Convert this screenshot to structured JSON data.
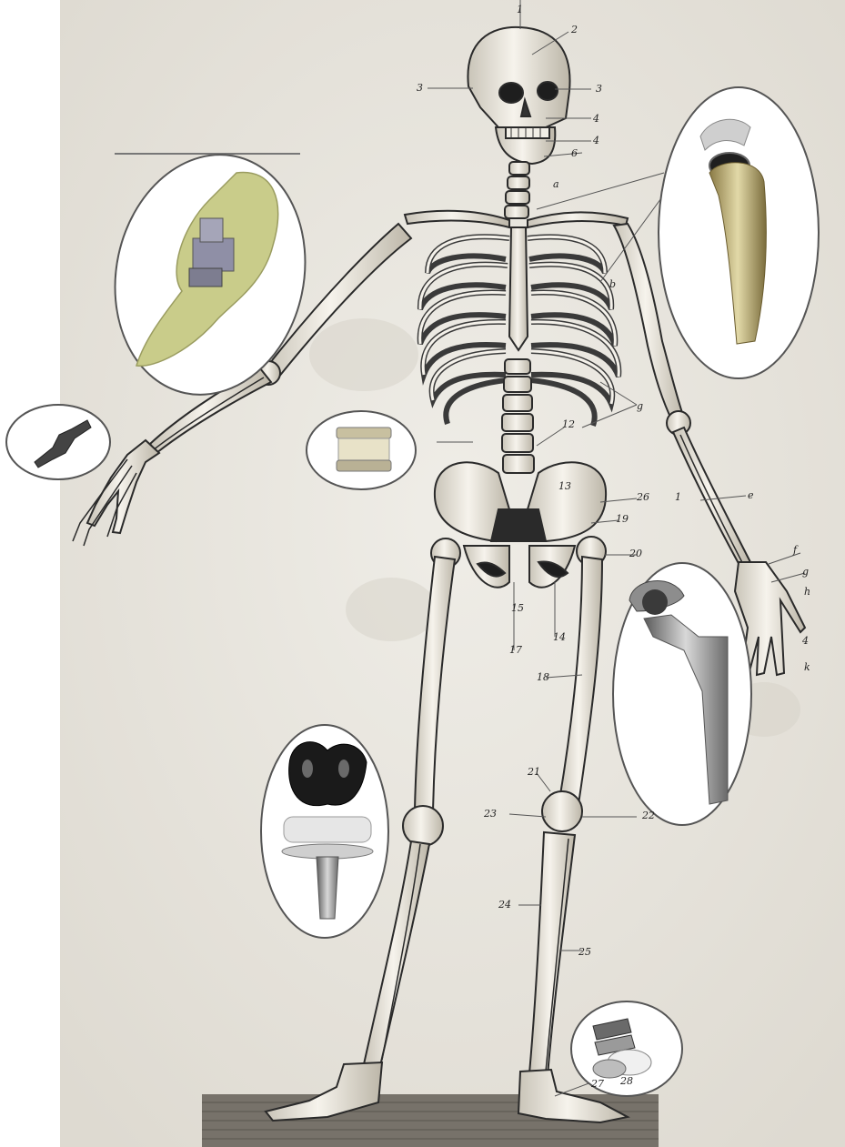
{
  "plate": {
    "callouts": [
      "1",
      "2",
      "3",
      "3",
      "4",
      "4",
      "6",
      "a",
      "b",
      "g",
      "12",
      "13",
      "26",
      "19",
      "20",
      "1",
      "e",
      "f",
      "g",
      "h",
      "4",
      "k",
      "15",
      "17",
      "14",
      "18",
      "21",
      "23",
      "22",
      "24",
      "25",
      "27",
      "28"
    ]
  },
  "implants": [
    {
      "name": "elbow-implant",
      "color": "#c9cc8a"
    },
    {
      "name": "finger-implant",
      "color": "#444444"
    },
    {
      "name": "spinal-disc-implant",
      "color": "#d8cfa8"
    },
    {
      "name": "shoulder-implant",
      "color": "#b9a86a"
    },
    {
      "name": "hip-implant",
      "color": "#9a9a9a"
    },
    {
      "name": "knee-implant",
      "color": "#222222"
    },
    {
      "name": "ankle-implant",
      "color": "#8a8a8a"
    }
  ],
  "colors": {
    "paper": "#e9e6df",
    "bone": "#f3f0e8",
    "ink": "#2a2a2a",
    "floor": "#6a655d"
  }
}
